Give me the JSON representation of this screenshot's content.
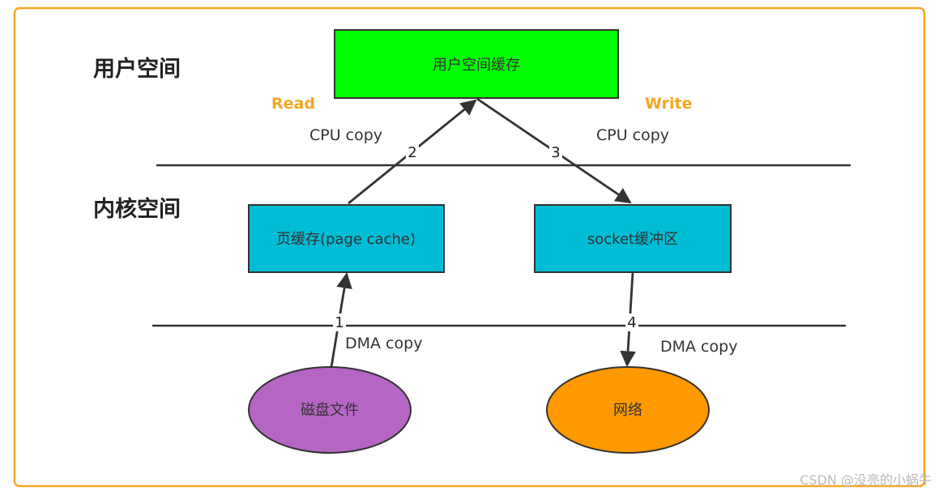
{
  "layers": {
    "user": "用户空间",
    "kernel": "内核空间"
  },
  "directions": {
    "read": "Read",
    "write": "Write"
  },
  "nodes": {
    "user_buffer": "用户空间缓存",
    "page_cache": "页缓存(page cache)",
    "socket_buffer": "socket缓冲区",
    "disk_file": "磁盘文件",
    "network": "网络"
  },
  "copies": {
    "left_cpu": "CPU copy",
    "right_cpu": "CPU copy",
    "left_dma": "DMA copy",
    "right_dma": "DMA copy"
  },
  "steps": {
    "s1": "1",
    "s2": "2",
    "s3": "3",
    "s4": "4"
  },
  "watermark": "CSDN @没亮的小蜗牛",
  "colors": {
    "frame": "#f5a623",
    "user_buffer": "#00ff00",
    "kernel_box": "#00bcd4",
    "disk_file": "#b565c4",
    "network": "#ff9900",
    "direction_label": "#f5a623"
  }
}
